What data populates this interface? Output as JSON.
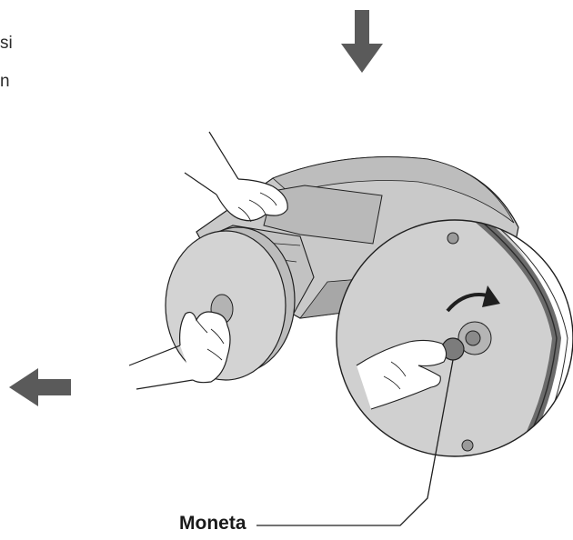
{
  "figure": {
    "cut_text_top": "si",
    "cut_text_bottom": "n",
    "callout_label": "Moneta"
  },
  "colors": {
    "arrow": "#5a5a5a",
    "stand_body": "#c9c9c9",
    "stand_shadow": "#a7a7a7",
    "disc_face": "#d3d3d3",
    "outline": "#1f1f1f",
    "bezel": "#6b6b6b"
  },
  "icons": {
    "push_down": "arrow-down-icon",
    "pull_left": "arrow-left-icon",
    "rotate": "curved-arrow-icon"
  }
}
